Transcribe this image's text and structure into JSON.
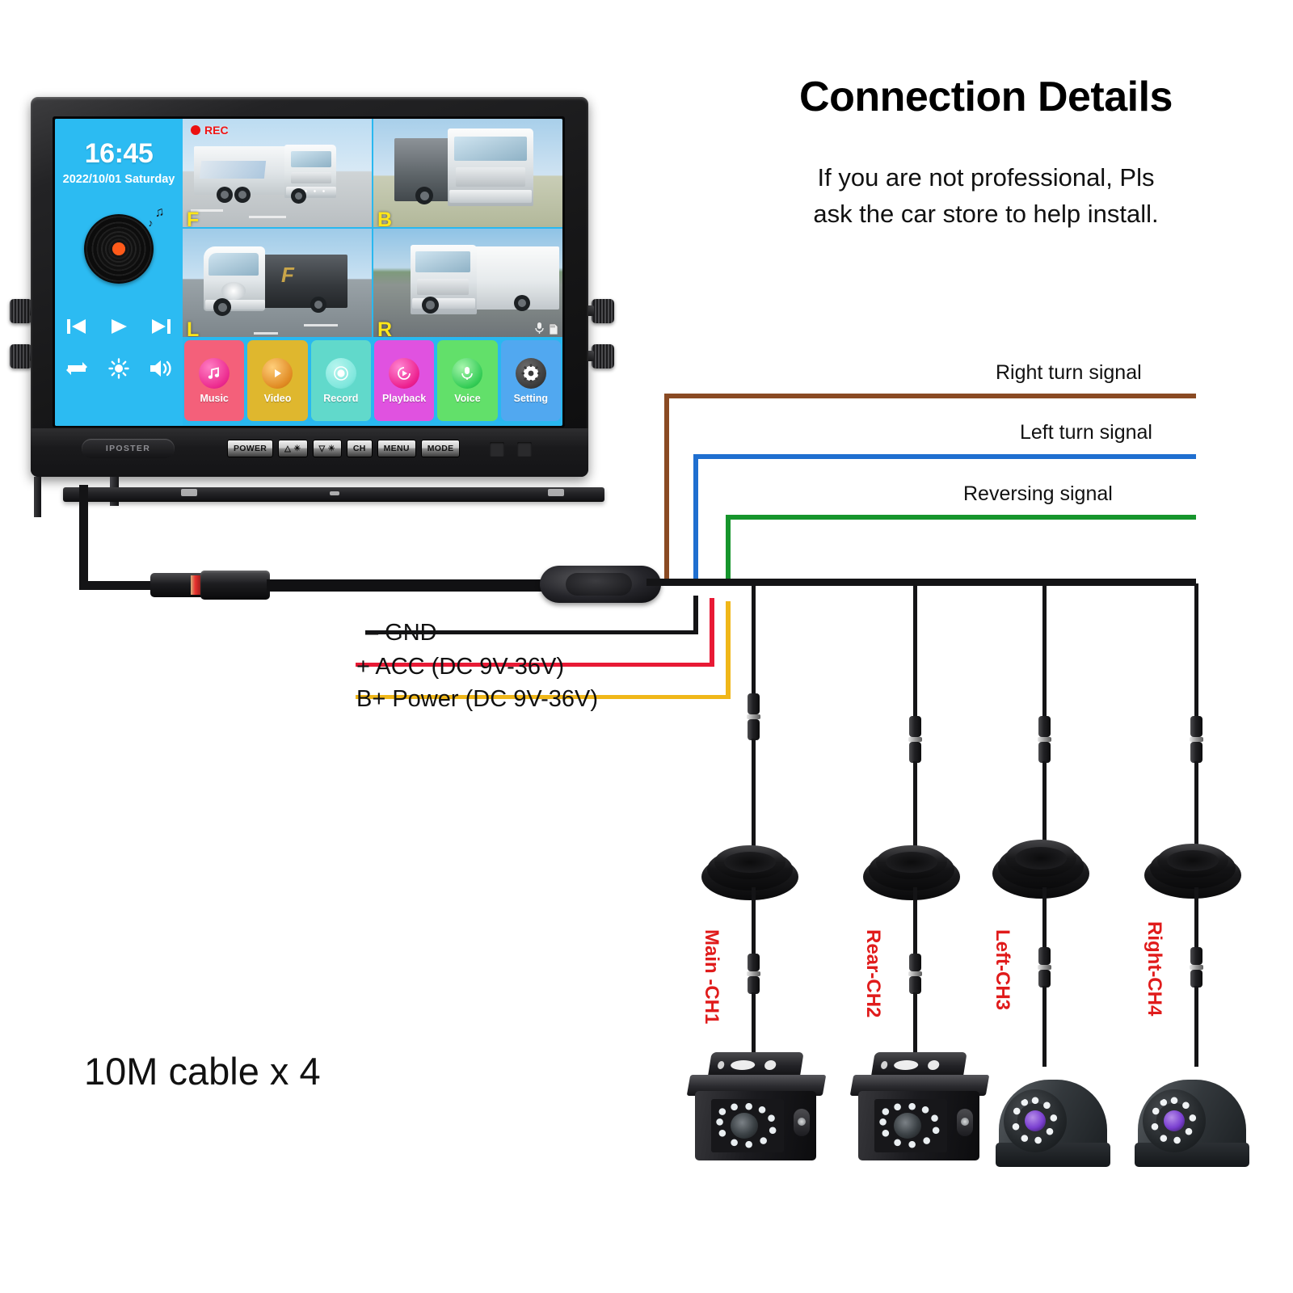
{
  "header": {
    "title": "Connection Details",
    "subtitle_line1": "If you are not professional, Pls",
    "subtitle_line2": "ask the car store to help install."
  },
  "monitor": {
    "brand_label": "IPOSTER",
    "screen": {
      "clock": "16:45",
      "date": "2022/10/01 Saturday",
      "rec_label": "REC",
      "quadrants": [
        {
          "label": "F",
          "name": "front-camera-view"
        },
        {
          "label": "B",
          "name": "back-camera-view"
        },
        {
          "label": "L",
          "name": "left-camera-view"
        },
        {
          "label": "R",
          "name": "right-camera-view"
        }
      ],
      "media_controls": [
        "previous-track",
        "play",
        "next-track",
        "repeat",
        "brightness",
        "volume"
      ],
      "apps": [
        {
          "label": "Music",
          "color": "#f4607a",
          "icon_color": "#ec2a8e"
        },
        {
          "label": "Video",
          "color": "#dfb72e",
          "icon_color": "#e08a22"
        },
        {
          "label": "Record",
          "color": "#61d9cb",
          "icon_color": "#7fe7dd"
        },
        {
          "label": "Playback",
          "color": "#e052e0",
          "icon_color": "#ec1f8e"
        },
        {
          "label": "Voice",
          "color": "#62e06a",
          "icon_color": "#33cc55"
        },
        {
          "label": "Setting",
          "color": "#51a8f0",
          "icon_color": "#3a3a3a"
        }
      ]
    },
    "keys": [
      {
        "label": "POWER",
        "glyph": ""
      },
      {
        "label": "",
        "glyph": "△ ☀"
      },
      {
        "label": "",
        "glyph": "▽ ☀"
      },
      {
        "label": "CH",
        "glyph": ""
      },
      {
        "label": "MENU",
        "glyph": ""
      },
      {
        "label": "MODE",
        "glyph": ""
      }
    ]
  },
  "signal_wires": [
    {
      "label": "Right turn signal",
      "color": "#8a4a23"
    },
    {
      "label": "Left turn signal",
      "color": "#1f6fd0"
    },
    {
      "label": "Reversing signal",
      "color": "#16952c"
    }
  ],
  "power_wires": [
    {
      "label": "–  GND",
      "color": "#111111"
    },
    {
      "label": "+ ACC (DC 9V-36V)",
      "color": "#e81a35"
    },
    {
      "label": "B+ Power (DC 9V-36V)",
      "color": "#f0b719"
    }
  ],
  "camera_channels": [
    {
      "label": "Main -CH1",
      "type": "box"
    },
    {
      "label": "Rear-CH2",
      "type": "box"
    },
    {
      "label": "Left-CH3",
      "type": "dome"
    },
    {
      "label": "Right-CH4",
      "type": "dome"
    }
  ],
  "cable_note": "10M cable x 4",
  "colors": {
    "label_red": "#e01b1b",
    "screen_blue": "#2cbbf2",
    "quadrant_yellow": "#ffe619"
  }
}
